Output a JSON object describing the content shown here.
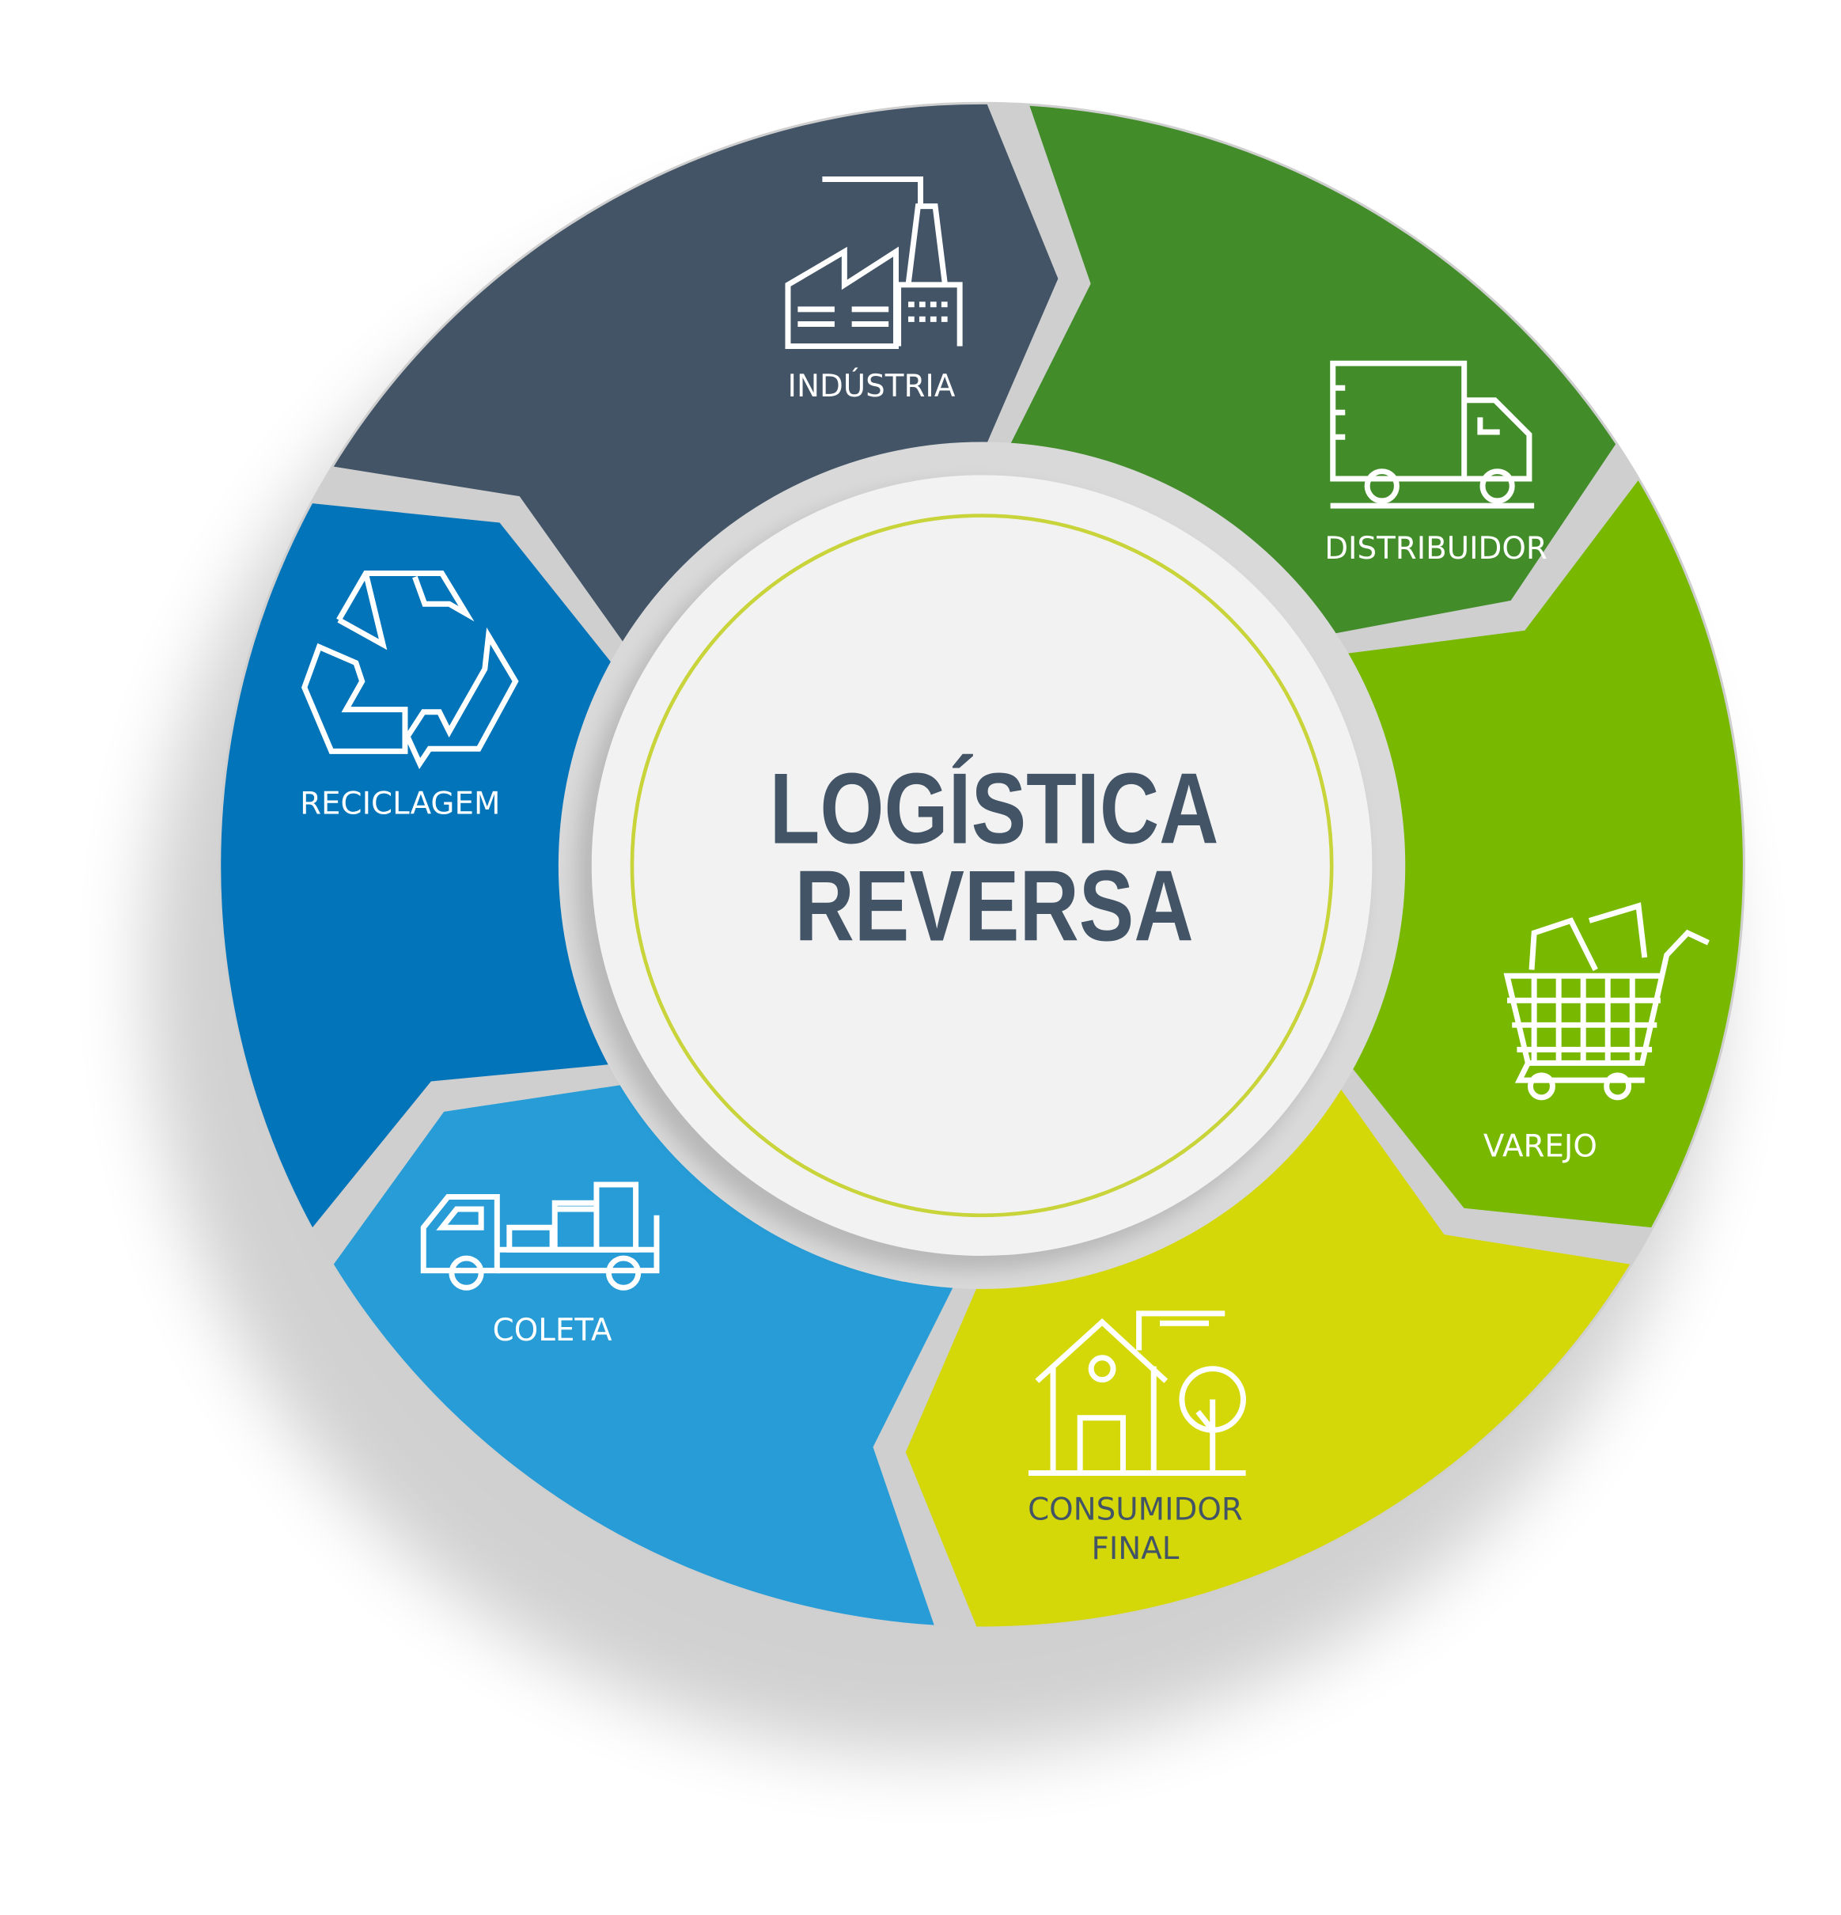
{
  "title": {
    "line1": "LOGÍSTICA",
    "line2": "REVERSA"
  },
  "colors": {
    "center_text": "#425466",
    "center_ring": "#c8d43a",
    "center_fill": "#f2f2f2"
  },
  "segments": [
    {
      "label": "INDÚSTRIA",
      "color": "#425466",
      "icon": "factory-icon",
      "from": 210,
      "to": 272
    },
    {
      "label": "DISTRIBUIDOR",
      "color": "#428c2a",
      "icon": "delivery-truck-icon",
      "from": 272,
      "to": 328
    },
    {
      "label": "VAREJO",
      "color": "#78b900",
      "icon": "shopping-cart-icon",
      "from": 328,
      "to": 390
    },
    {
      "label_line1": "CONSUMIDOR",
      "label_line2": "FINAL",
      "color": "#d4d808",
      "icon": "house-icon",
      "from": 30,
      "to": 92
    },
    {
      "label": "COLETA",
      "color": "#279cd6",
      "icon": "flatbed-truck-icon",
      "from": 92,
      "to": 150
    },
    {
      "label": "RECICLAGEM",
      "color": "#0274ba",
      "icon": "recycle-icon",
      "from": 150,
      "to": 210
    }
  ]
}
